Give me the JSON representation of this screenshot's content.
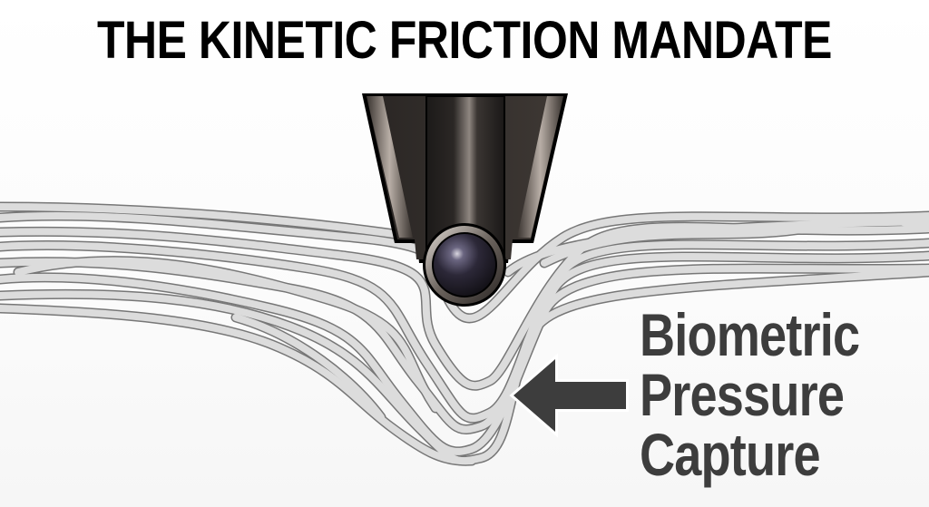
{
  "title": "THE KINETIC FRICTION MANDATE",
  "label": {
    "lines": [
      "Biometric",
      "Pressure",
      "Capture"
    ]
  },
  "illustration": {
    "subject": "pen-tip-pressing-into-paper-fibers",
    "icons": [
      "pen-tip-icon",
      "ball-bearing-icon",
      "fiber-bundle-icon",
      "arrow-left-icon"
    ]
  },
  "colors": {
    "title": "#000000",
    "label": "#3d3d3d",
    "arrow": "#3d3d3d",
    "fiber_fill": "#dcdcdc",
    "fiber_stroke": "#777777",
    "pen_body": "#2a2623",
    "ball": "#2c2838"
  }
}
